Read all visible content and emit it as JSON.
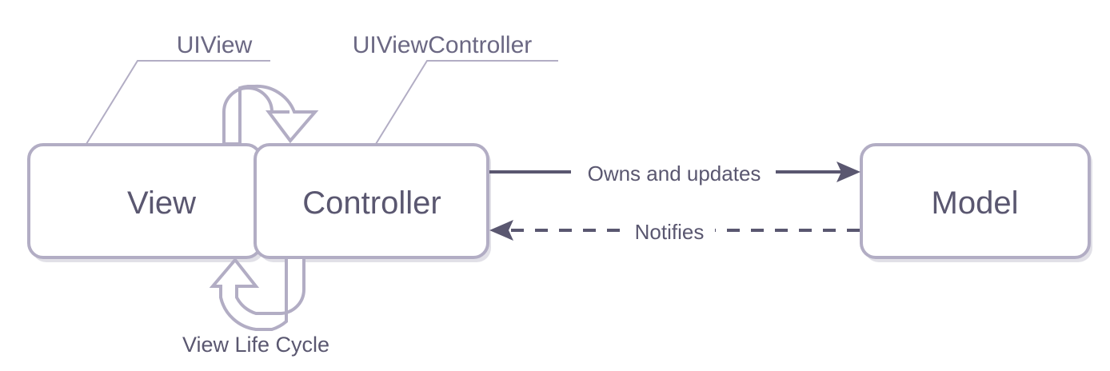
{
  "nodes": {
    "view": "View",
    "controller": "Controller",
    "model": "Model"
  },
  "callouts": {
    "uiview": "UIView",
    "uiviewcontroller": "UIViewController"
  },
  "edges": {
    "owns": "Owns and updates",
    "notifies": "Notifies"
  },
  "cycle_caption": "View Life Cycle",
  "colors": {
    "box_stroke": "#b2adc4",
    "edge": "#5a5770",
    "text": "#5a5770",
    "background": "#ffffff"
  }
}
